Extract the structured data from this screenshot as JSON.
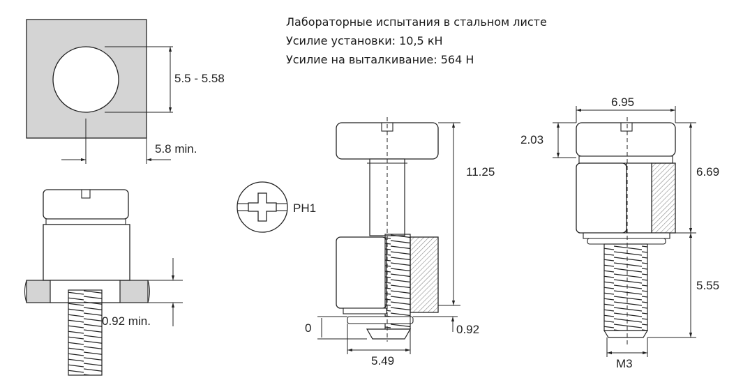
{
  "info": {
    "lines": [
      "Лабораторные испытания в стальном листе",
      "Усилие установки: 10,5 кН",
      "Усилие на выталкивание: 564 Н"
    ]
  },
  "panel_hole": {
    "diameter_label": "5.5 - 5.58",
    "edge_distance_label": "5.8 min."
  },
  "installed_view": {
    "min_thickness_label": "0.92 min."
  },
  "drive": {
    "label": "PH1"
  },
  "front_view": {
    "overall_length_label": "11.25",
    "retract_label": "0",
    "protrusion_label": "0.92",
    "body_diameter_label": "5.49"
  },
  "section_view": {
    "head_diameter_label": "6.95",
    "head_height_label": "2.03",
    "body_height_label": "6.69",
    "thread_length_label": "5.55",
    "thread_label": "M3"
  },
  "colors": {
    "panel_fill": "#d4d4d4",
    "line": "#222222",
    "hatch": "#888888"
  }
}
